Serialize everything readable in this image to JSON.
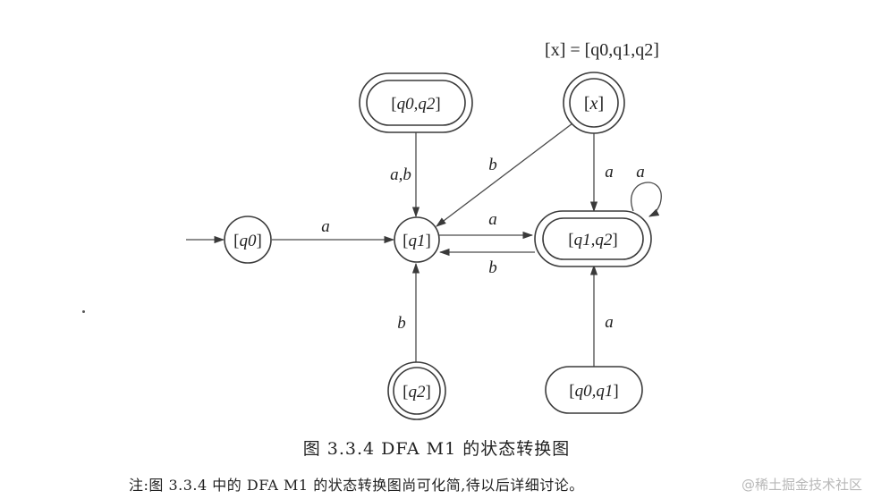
{
  "states": {
    "q0": "q0",
    "q1": "q1",
    "q2": "q2",
    "x": "x",
    "q0q2": "q0,q2",
    "q1q2": "q1,q2",
    "q0q1": "q0,q1"
  },
  "transitions": {
    "q0_to_q1": "a",
    "q0q2_to_q1": "a,b",
    "x_to_q1": "b",
    "x_to_q1q2": "a",
    "q1q2_self": "a",
    "q1_to_q1q2": "a",
    "q1q2_to_q1": "b",
    "q2_to_q1": "b",
    "q0q1_to_q1q2": "a"
  },
  "definition": "[x] = [q0,q1,q2]",
  "caption": "图 3.3.4   DFA M1 的状态转换图",
  "note": "注:图 3.3.4 中的 DFA M1 的状态转换图尚可化简,待以后详细讨论。",
  "watermark": "@稀土掘金技术社区"
}
